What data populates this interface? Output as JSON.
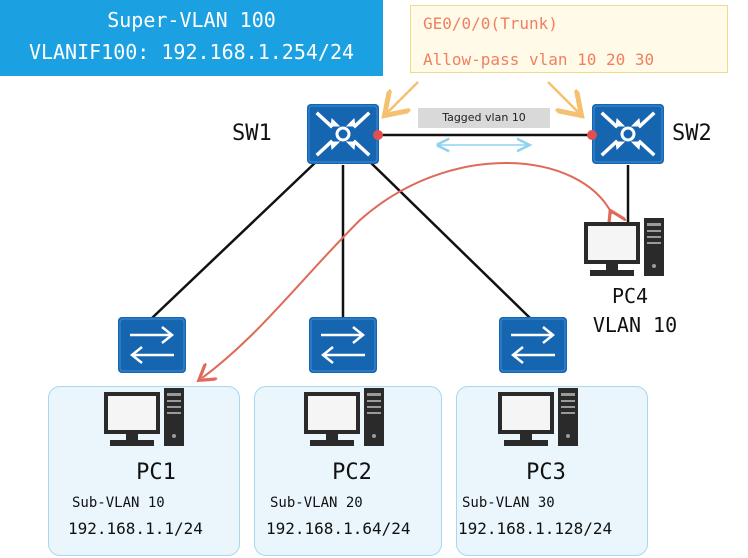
{
  "header": {
    "line1": "Super-VLAN 100",
    "line2": "VLANIF100: 192.168.1.254/24"
  },
  "trunk_note": {
    "line1": "GE0/0/0(Trunk)",
    "line2": "Allow-pass vlan 10 20 30"
  },
  "link_label": "Tagged vlan 10",
  "switches": {
    "sw1": "SW1",
    "sw2": "SW2"
  },
  "pc4": {
    "name": "PC4",
    "vlan": "VLAN 10"
  },
  "groups": [
    {
      "name": "PC1",
      "sub_vlan": "Sub-VLAN 10",
      "ip": "192.168.1.1/24"
    },
    {
      "name": "PC2",
      "sub_vlan": "Sub-VLAN 20",
      "ip": "192.168.1.64/24"
    },
    {
      "name": "PC3",
      "sub_vlan": "Sub-VLAN 30",
      "ip": "192.168.1.128/24"
    }
  ],
  "colors": {
    "header_bg": "#1ba1e2",
    "device_blue": "#1565b0",
    "note_text": "#f08060",
    "traffic_arrow": "#e06a5a",
    "link_arrow": "#8dd3f0",
    "port_dot": "#e05050"
  },
  "icons": [
    "router-switch-icon",
    "l2-switch-icon",
    "computer-icon"
  ]
}
